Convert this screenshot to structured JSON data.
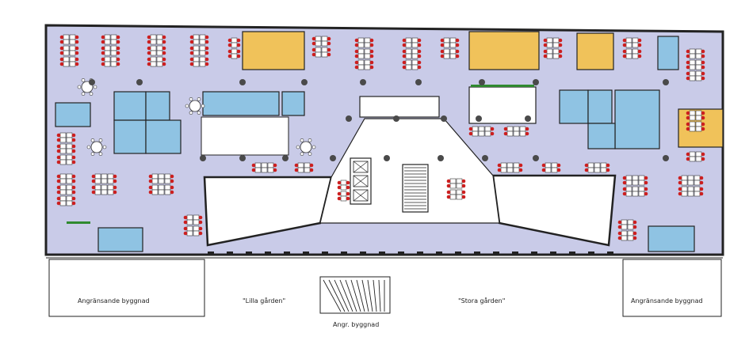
{
  "plan": {
    "labels": {
      "adjacent_left": "Angränsande byggnad",
      "lilla_garden": "\"Lilla gården\"",
      "stora_garden": "\"Stora gården\"",
      "adjacent_right": "Angränsande byggnad",
      "adjacent_bottom": "Angr. byggnad"
    },
    "colors": {
      "floor": "#c9cbe8",
      "meeting_room": "#f0c25a",
      "office_room": "#8fc3e3",
      "wall": "#222222",
      "chair": "#cc1f1f",
      "plant_strip": "#2f8a2f"
    }
  }
}
